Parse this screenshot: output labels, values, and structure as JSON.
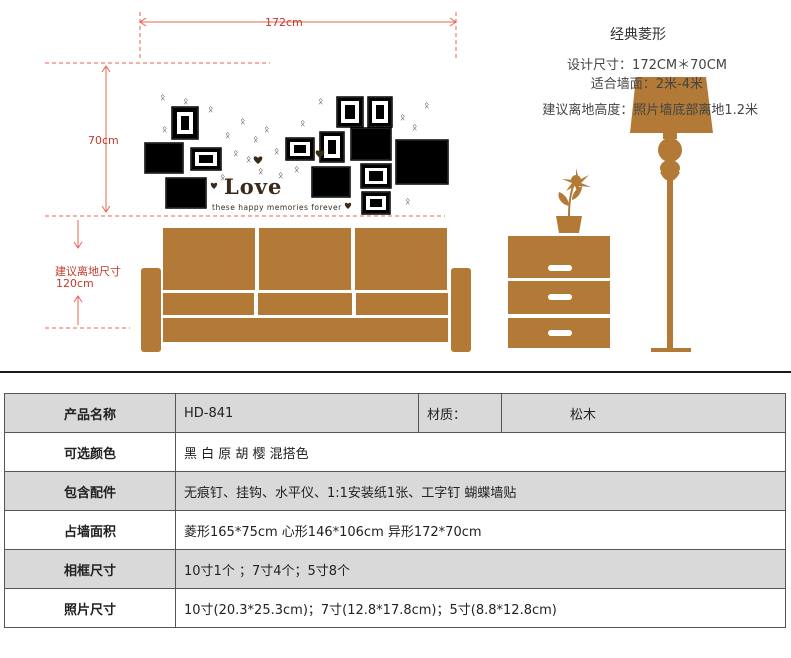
{
  "diagram": {
    "width_label": "172cm",
    "height_label": "70cm",
    "floor_label_1": "建议离地尺寸",
    "floor_label_2": "120cm",
    "love_text": "Love",
    "love_subtext": "these happy memories forever",
    "colors": {
      "furniture": "#b27a36",
      "dimension": "#e8634f",
      "frame": "#000000"
    }
  },
  "spec": {
    "title": "经典菱形",
    "line1": "设计尺寸：172CM＊70CM",
    "line2": "适合墙面：2米-4米",
    "line3": "建议离地高度：照片墙底部离地1.2米"
  },
  "table": {
    "rows": [
      {
        "label": "产品名称",
        "value": "HD-841",
        "extra_label": "材质：",
        "extra_value": "松木"
      },
      {
        "label": "可选颜色",
        "value": "黑 白 原 胡 樱   混搭色"
      },
      {
        "label": "包含配件",
        "value": "无痕钉、挂钩、水平仪、1:1安装纸1张、工字钉  蝴蝶墙贴"
      },
      {
        "label": "占墙面积",
        "value": "菱形165*75cm    心形146*106cm    异形172*70cm"
      },
      {
        "label": "相框尺寸",
        "value": "10寸1个 ；7寸4个；5寸8个"
      },
      {
        "label": "照片尺寸",
        "value": "10寸(20.3*25.3cm)；7寸(12.8*17.8cm)；5寸(8.8*12.8cm)"
      }
    ]
  }
}
